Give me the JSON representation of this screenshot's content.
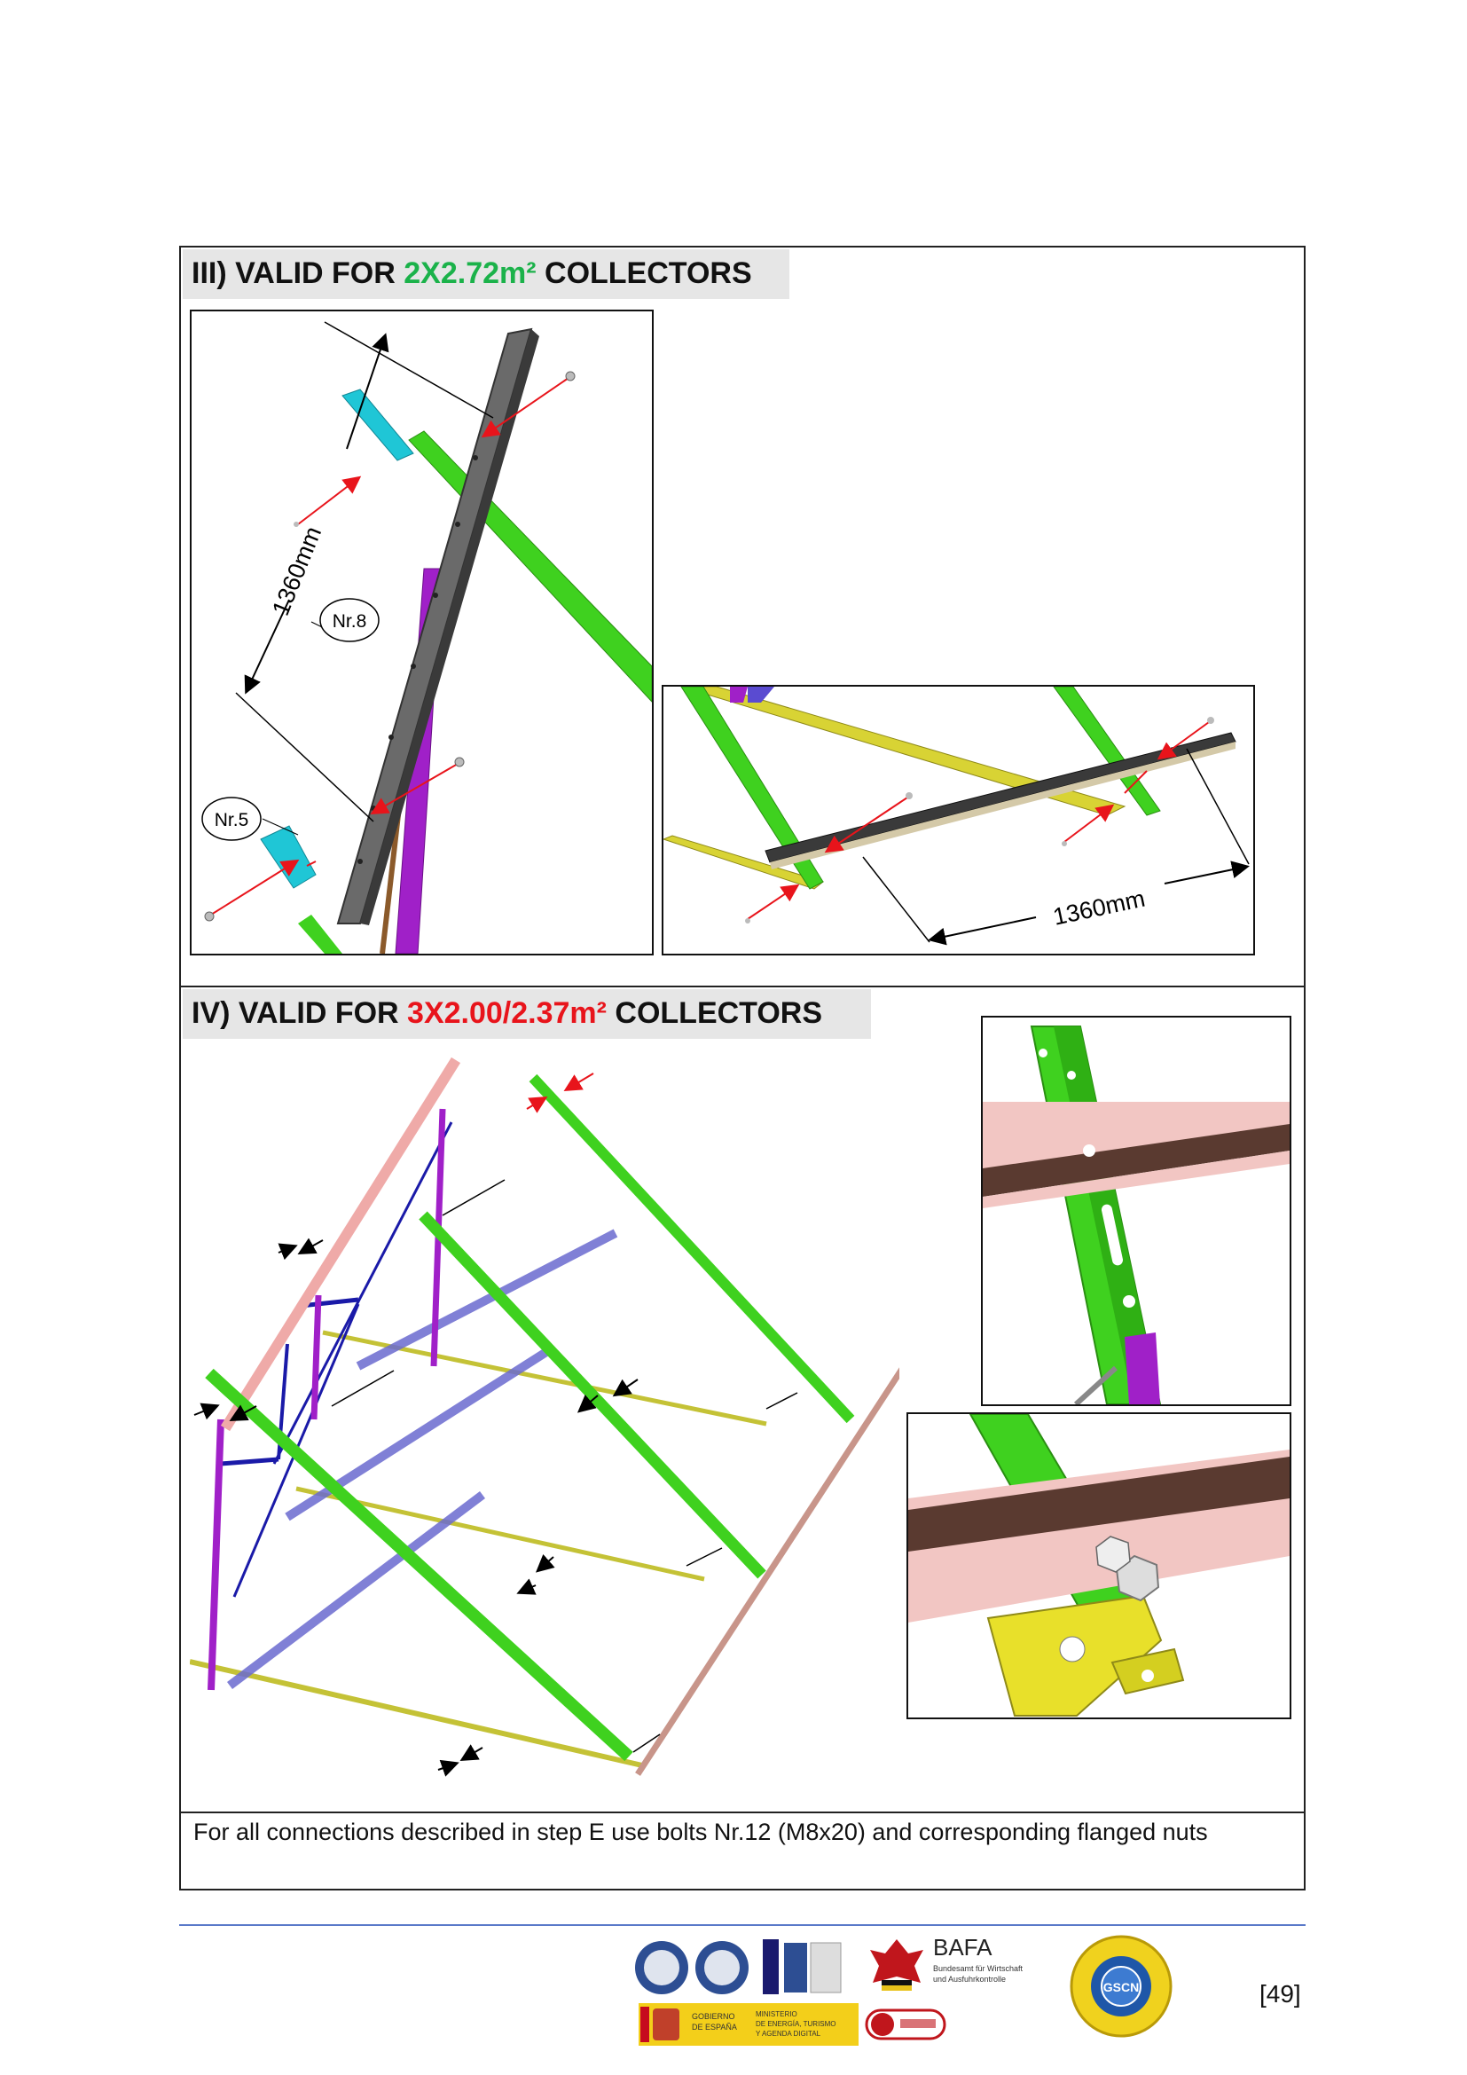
{
  "section3": {
    "prefix": "III) VALID FOR ",
    "highlight": "2X2.72m²",
    "suffix": " COLLECTORS",
    "highlight_color": "#1bb24a",
    "dim_left": "1360mm",
    "dim_right": "1360mm",
    "label_nr8": "Nr.8",
    "label_nr5": "Nr.5"
  },
  "section4": {
    "prefix": "IV) VALID FOR ",
    "highlight": "3X2.00/2.37m²",
    "suffix": " COLLECTORS",
    "highlight_color": "#e8141b"
  },
  "footnote": "For all connections described in step E use bolts Nr.12 (M8x20) and corresponding flanged nuts",
  "footer": {
    "page_number": "[49]",
    "bafa_title": "BAFA",
    "bafa_sub1": "Bundesamt für Wirtschaft",
    "bafa_sub2": "und Ausfuhrkontrolle",
    "gov_line1": "GOBIERNO",
    "gov_line2": "DE ESPAÑA",
    "min_line1": "MINISTERIO",
    "min_line2": "DE ENERGÍA, TURISMO",
    "min_line3": "Y AGENDA DIGITAL",
    "seal_text": "GSCN"
  },
  "colors": {
    "green_profile": "#3fd11f",
    "cyan_profile": "#1fc6d6",
    "purple_profile": "#a020c8",
    "yellow_profile": "#d8d334",
    "pink_profile": "#f0b8b8",
    "dark_rail": "#5a5a5a",
    "arrow_red": "#e8141b"
  }
}
